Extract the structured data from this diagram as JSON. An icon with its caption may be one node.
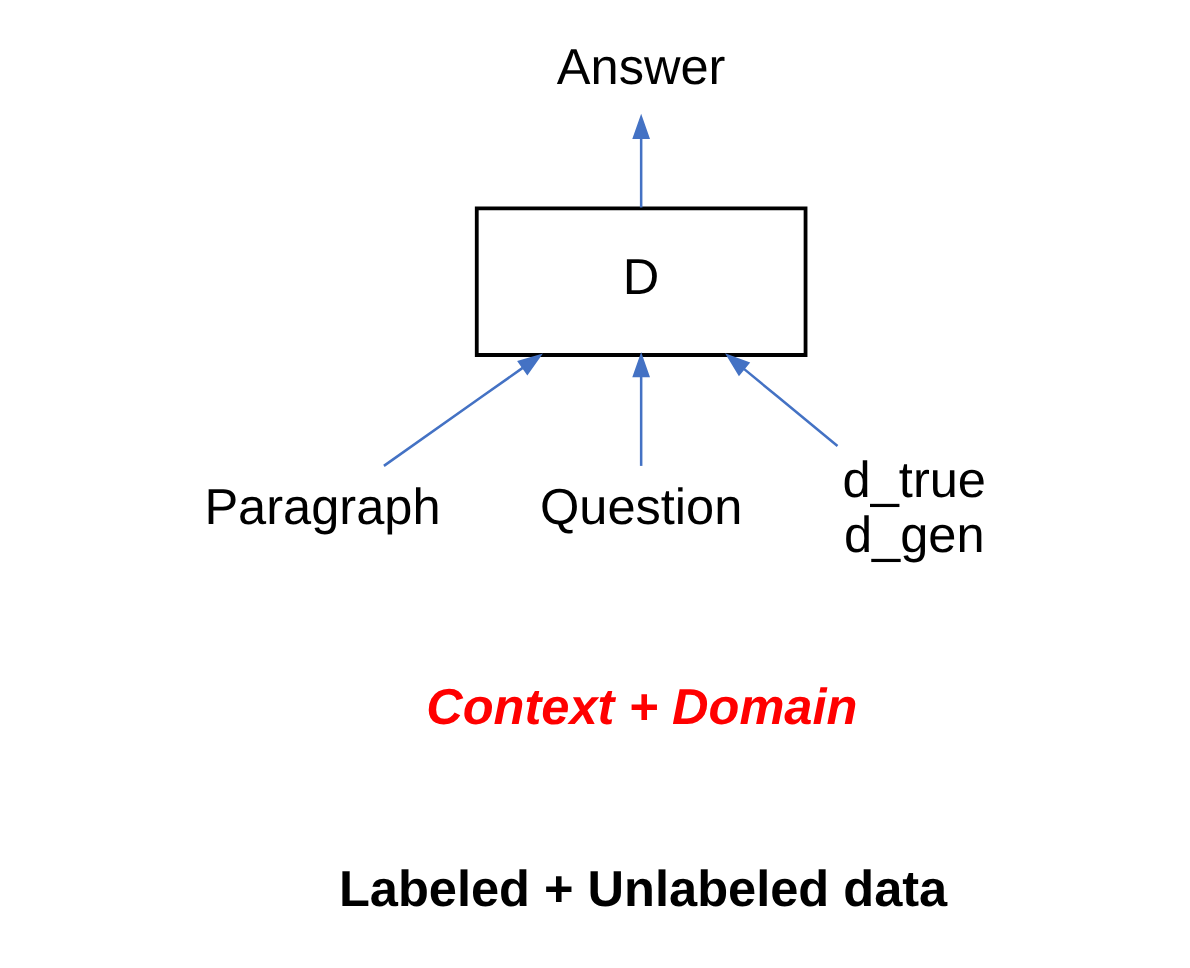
{
  "diagram": {
    "nodes": [
      {
        "text": [
          "Answer"
        ]
      },
      {
        "text": [
          "D"
        ]
      },
      {
        "text": [
          "Paragraph"
        ]
      },
      {
        "text": [
          "Question"
        ]
      },
      {
        "text": [
          "d_true",
          "d_gen"
        ]
      }
    ],
    "edges": [
      {
        "from": 1,
        "to": 0,
        "arrow": "to"
      },
      {
        "from": 2,
        "to": 1,
        "arrow": "to"
      },
      {
        "from": 3,
        "to": 1,
        "arrow": "to"
      },
      {
        "from": 4,
        "to": 1,
        "arrow": "to"
      }
    ],
    "labels": [
      "Context + Domain",
      "Labeled + Unlabeled data"
    ]
  }
}
